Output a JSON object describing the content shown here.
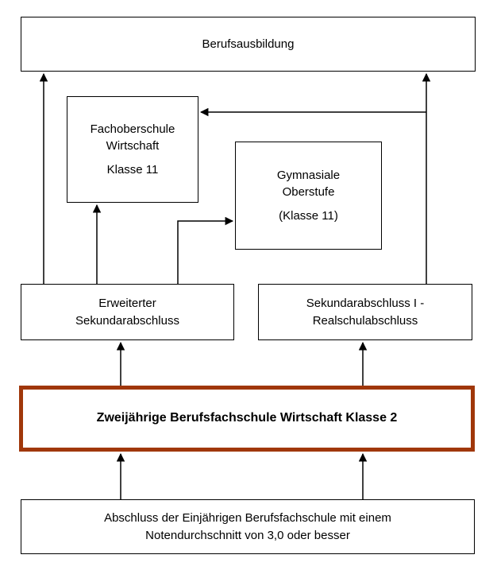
{
  "boxes": {
    "berufsausbildung": {
      "label": "Berufsausbildung"
    },
    "fachoberschule": {
      "line1": "Fachoberschule",
      "line2": "Wirtschaft",
      "line3": "Klasse 11"
    },
    "gymnasiale_oberstufe": {
      "line1": "Gymnasiale",
      "line2": "Oberstufe",
      "line3": "(Klasse 11)"
    },
    "erweiterter_sekundarabschluss": {
      "line1": "Erweiterter",
      "line2": "Sekundarabschluss"
    },
    "sekundarabschluss_1": {
      "line1": "Sekundarabschluss I -",
      "line2": "Realschulabschluss"
    },
    "zweijaehrige_berufsfachschule": {
      "label": "Zweijährige Berufsfachschule Wirtschaft Klasse 2"
    },
    "abschluss_einjaehrige": {
      "line1": "Abschluss der Einjährigen Berufsfachschule mit einem",
      "line2": "Notendurchschnitt von 3,0 oder besser"
    }
  },
  "colors": {
    "highlight_border": "#A0370A",
    "box_border": "#000000",
    "arrow": "#000000",
    "background": "#FFFFFF"
  }
}
